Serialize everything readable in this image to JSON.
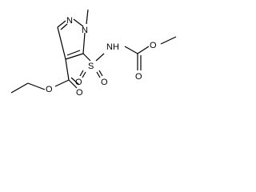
{
  "molecule": {
    "labels": {
      "n_ring": "N",
      "n_methyl": "N",
      "o_ester_carbonyl": "O",
      "o_ester_ether": "O",
      "s_sulfonyl": "S",
      "o_sulfonyl_left": "O",
      "o_sulfonyl_right": "O",
      "nh_carbamate": "NH",
      "o_carbamate_carbonyl": "O",
      "o_methoxy": "O"
    }
  }
}
